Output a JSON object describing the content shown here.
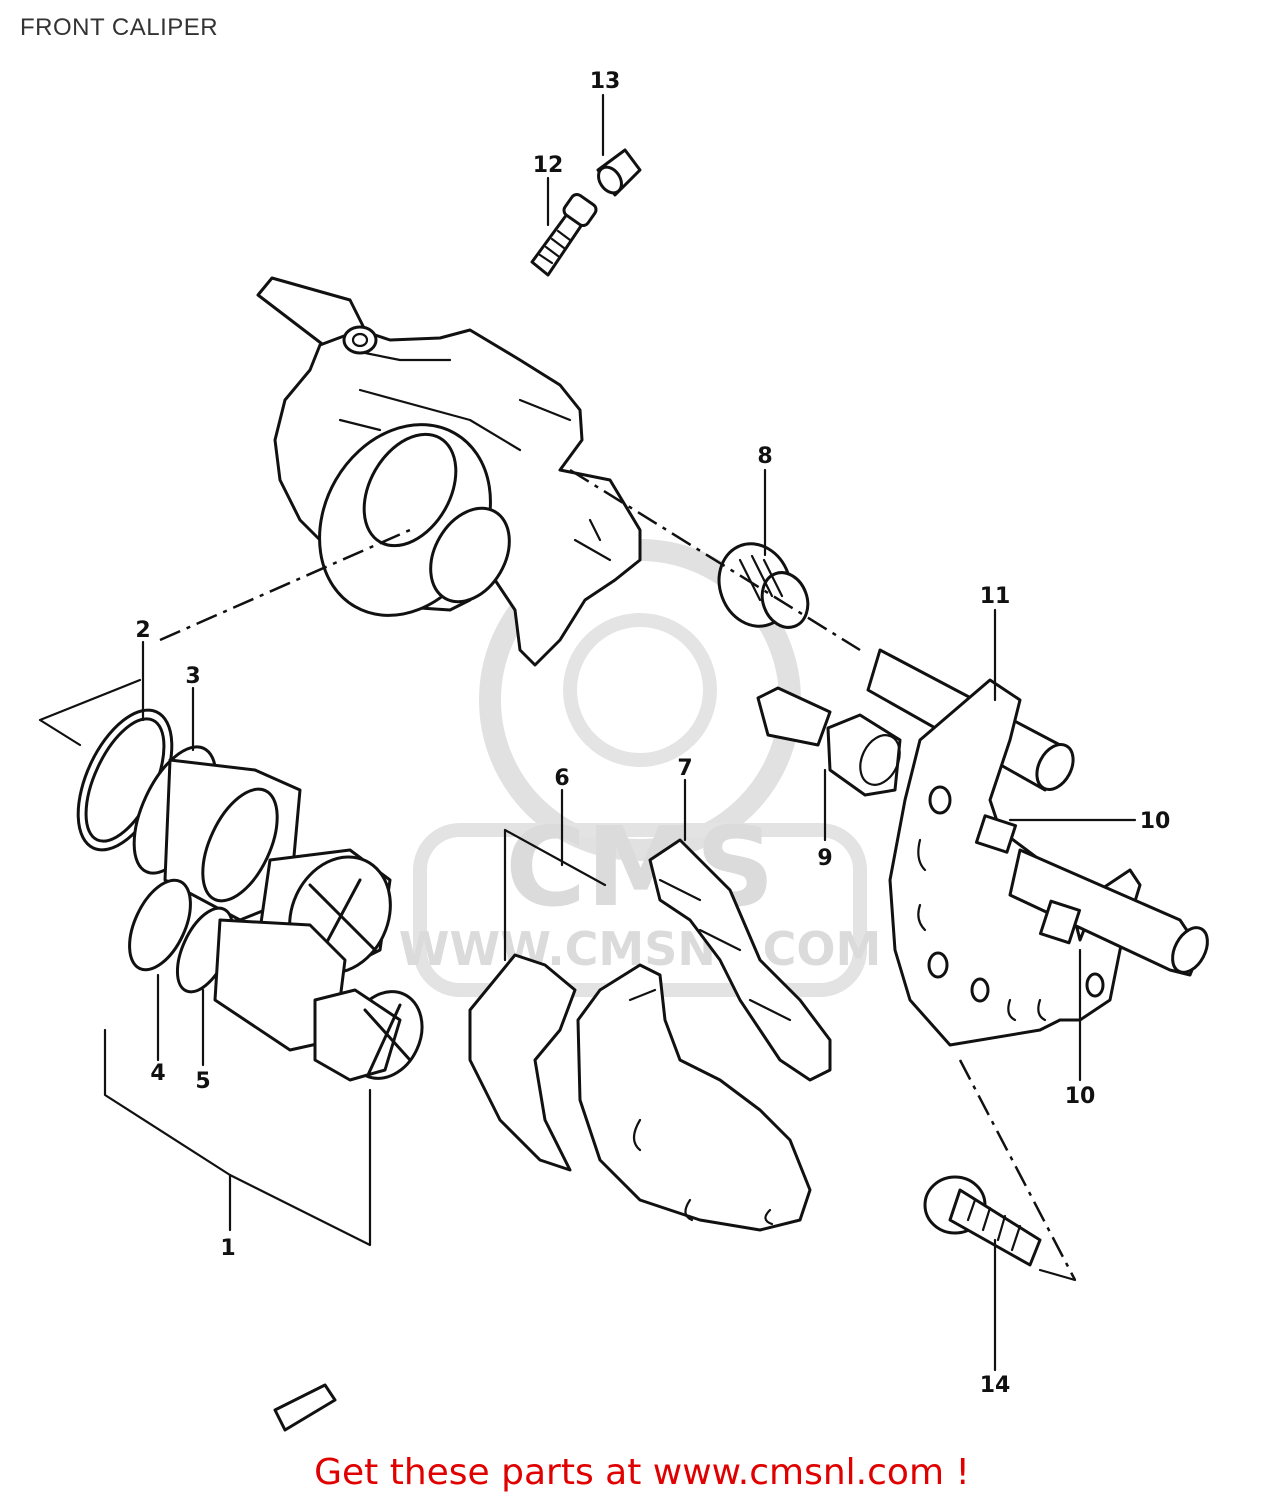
{
  "title": "FRONT CALIPER",
  "footer": "Get these parts at www.cmsnl.com !",
  "watermark": {
    "brand": "CMS",
    "url": "WWW.CMSNL.COM"
  },
  "callouts": [
    "1",
    "2",
    "3",
    "4",
    "5",
    "6",
    "7",
    "8",
    "9",
    "10",
    "10",
    "11",
    "12",
    "13",
    "14"
  ],
  "colors": {
    "footer": "#e00000",
    "line": "#111111",
    "watermark": "#d8d8d8"
  }
}
